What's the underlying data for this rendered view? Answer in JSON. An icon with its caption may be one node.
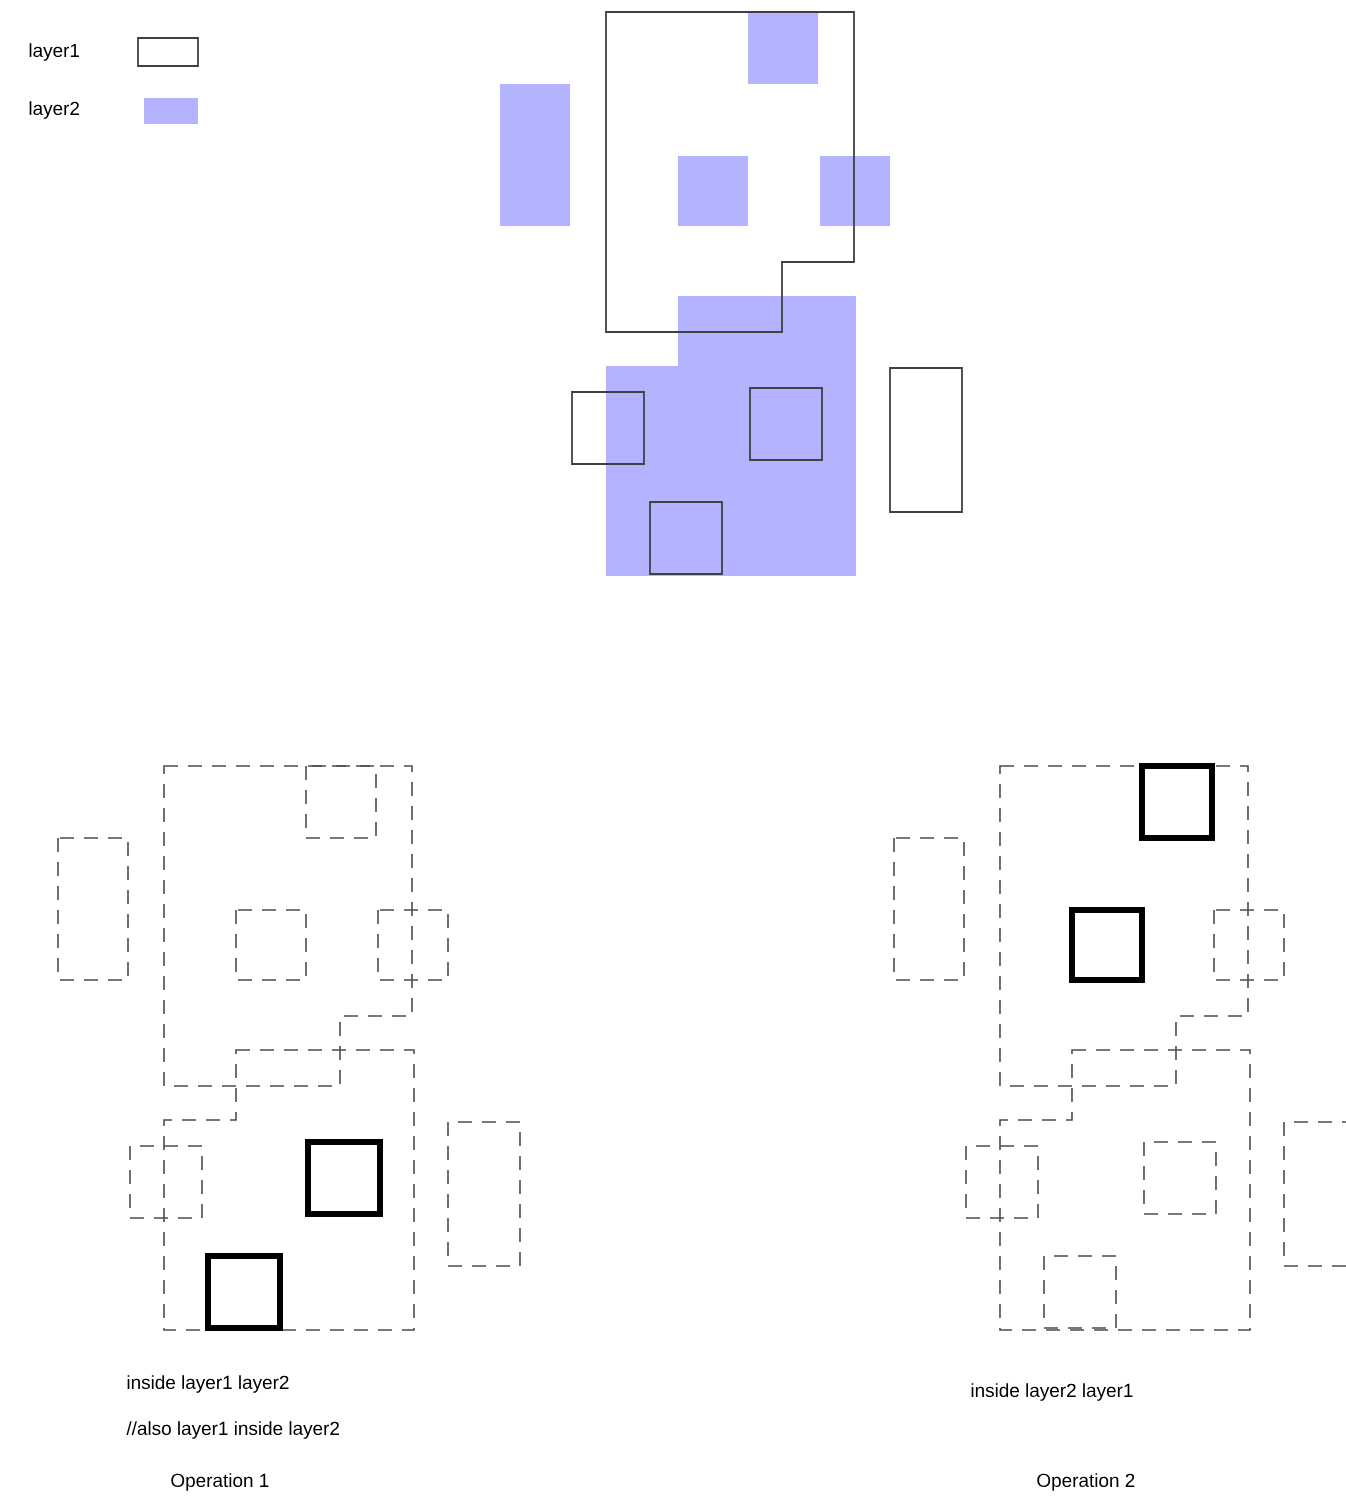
{
  "diagram": {
    "labels": [
      "inside layer1 layer2",
      "//also layer1 inside layer2",
      "Operation 1",
      "inside layer2 layer1",
      "Operation 2"
    ],
    "legend": [
      {
        "text": "layer1"
      },
      {
        "text": "layer2",
        "color": "#b3b3ff"
      }
    ]
  }
}
